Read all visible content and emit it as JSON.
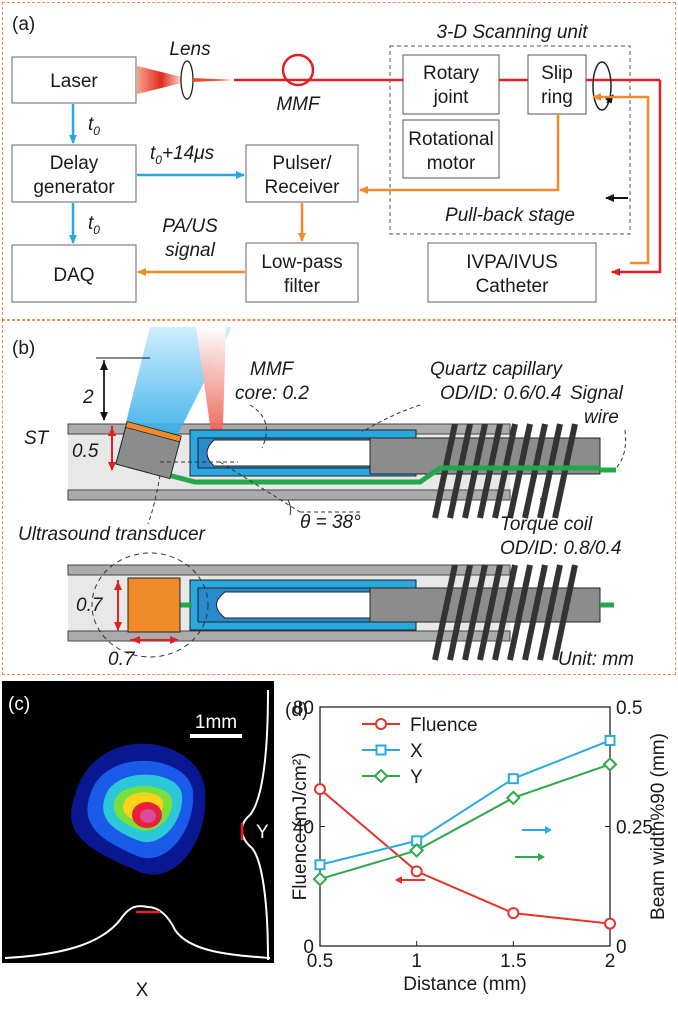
{
  "panel_a": {
    "label": "(a)",
    "laser": "Laser",
    "lens": "Lens",
    "mmf": "MMF",
    "scan_title": "3-D Scanning unit",
    "rotary_1": "Rotary",
    "rotary_2": "joint",
    "slip_1": "Slip",
    "slip_2": "ring",
    "motor_1": "Rotational",
    "motor_2": "motor",
    "pullback": "Pull-back stage",
    "delay_1": "Delay",
    "delay_2": "generator",
    "t0_a": "t",
    "t0_a_sub": "0",
    "t0_b": "t",
    "t0_b_sub": "0",
    "t14_a": "t",
    "t14_sub": "0",
    "t14_b": "+14μs",
    "pulser_1": "Pulser/",
    "pulser_2": "Receiver",
    "pa_1": "PA/US",
    "pa_2": "signal",
    "daq": "DAQ",
    "lpf_1": "Low-pass",
    "lpf_2": "filter",
    "cath_1": "IVPA/IVUS",
    "cath_2": "Catheter",
    "colors": {
      "laser": "#e02020",
      "trigger": "#29a8e0",
      "signal": "#f08a2a",
      "frame": "#f08a5a"
    }
  },
  "panel_b": {
    "label": "(b)",
    "dim_2": "2",
    "st": "ST",
    "dim_05": "0.5",
    "mmf_1": "MMF",
    "mmf_2": "core: 0.2",
    "quartz_1": "Quartz capillary",
    "quartz_2": "OD/ID: 0.6/0.4",
    "signal_1": "Signal",
    "signal_2": "wire",
    "theta": "θ = 38°",
    "us_trans": "Ultrasound transducer",
    "torque_1": "Torque coil",
    "torque_2": "OD/ID: 0.8/0.4",
    "dim_07a": "0.7",
    "dim_07b": "0.7",
    "unit": "Unit: mm"
  },
  "panel_c": {
    "label": "(c)",
    "scale": "1mm",
    "y_label": "Y",
    "x_label": "X"
  },
  "panel_d": {
    "label": "(d)"
  },
  "chart_data": {
    "type": "line",
    "xlabel": "Distance (mm)",
    "ylabel_left": "Fluence (mJ/cm²)",
    "ylabel_right": "Beam width%90 (mm)",
    "x": [
      0.5,
      1,
      1.5,
      2
    ],
    "x_ticks": [
      "0.5",
      "1",
      "1.5",
      "2"
    ],
    "xlim": [
      0.5,
      2
    ],
    "ylim_left": [
      0,
      80
    ],
    "left_ticks": [
      "0",
      "40",
      "80"
    ],
    "ylim_right": [
      0,
      0.5
    ],
    "right_ticks": [
      "0",
      "0.25",
      "0.5"
    ],
    "legend_position": "top-right",
    "series": [
      {
        "name": "Fluence",
        "axis": "left",
        "values": [
          52.5,
          25,
          11,
          7.5
        ],
        "color": "#e8322a",
        "marker": "circle"
      },
      {
        "name": "X",
        "axis": "right",
        "values": [
          0.17,
          0.22,
          0.35,
          0.43
        ],
        "color": "#2aaae0",
        "marker": "square"
      },
      {
        "name": "Y",
        "axis": "right",
        "values": [
          0.14,
          0.2,
          0.31,
          0.38
        ],
        "color": "#2ea84a",
        "marker": "diamond"
      }
    ]
  }
}
